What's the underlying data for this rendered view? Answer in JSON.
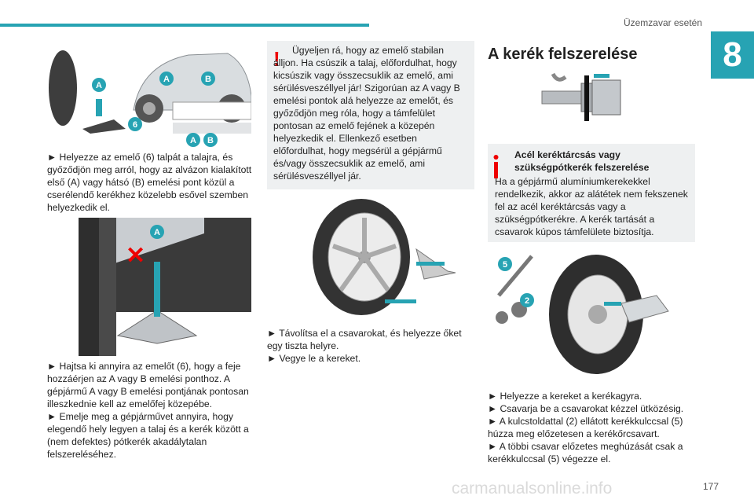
{
  "header": {
    "section": "Üzemzavar esetén",
    "chapter": "8"
  },
  "col1": {
    "p1": "► Helyezze az emelő (6) talpát a talajra, és győződjön meg arról, hogy az alvázon kialakított első (A) vagy hátsó (B) emelési pont közül a cserélendő kerékhez közelebb esővel szemben helyezkedik el.",
    "p2": "► Hajtsa ki annyira az emelőt (6), hogy a feje hozzáérjen az A vagy B emelési ponthoz. A gépjármű A vagy B emelési pontjának pontosan illeszkednie kell az emelőfej közepébe.",
    "p3": "► Emelje meg a gépjárművet annyira, hogy elegendő hely legyen a talaj és a kerék között a (nem defektes) pótkerék akadálytalan felszereléséhez."
  },
  "col2": {
    "warning": "Ügyeljen rá, hogy az emelő stabilan álljon. Ha csúszik a talaj, előfordulhat, hogy kicsúszik vagy összecsuklik az emelő, ami sérülésveszéllyel jár! Szigorúan az A vagy B emelési pontok alá helyezze az emelőt, és győződjön meg róla, hogy a támfelület pontosan az emelő fejének a közepén helyezkedik el. Ellenkező esetben előfordulhat, hogy megsérül a gépjármű és/vagy összecsuklik az emelő, ami sérülésveszéllyel jár.",
    "p1": "► Távolítsa el a csavarokat, és helyezze őket egy tiszta helyre.",
    "p2": "► Vegye le a kereket."
  },
  "col3": {
    "title": "A kerék felszerelése",
    "info_title": "Acél keréktárcsás vagy szükségpótkerék felszerelése",
    "info_text": "Ha a gépjármű alumíniumkerekekkel rendelkezik, akkor az alátétek nem fekszenek fel az acél keréktárcsás vagy a szükségpótkerékre. A kerék tartását a csavarok kúpos támfelülete biztosítja.",
    "p1": "► Helyezze a kereket a kerékagyra.",
    "p2": "► Csavarja be a csavarokat kézzel ütközésig.",
    "p3": "► A kulcstoldattal (2) ellátott kerékkulccsal (5) húzza meg előzetesen a kerékőrcsavart.",
    "p4": "► A többi csavar előzetes meghúzását csak a kerékkulccsal (5) végezze el."
  },
  "labels": {
    "a": "A",
    "b": "B",
    "n6": "6",
    "n2": "2",
    "n5": "5"
  },
  "footer": {
    "page": "177",
    "watermark": "carmanualsonline.info"
  },
  "colors": {
    "accent": "#27a3b3",
    "warning": "#e00000",
    "panel": "#eef0f1"
  }
}
